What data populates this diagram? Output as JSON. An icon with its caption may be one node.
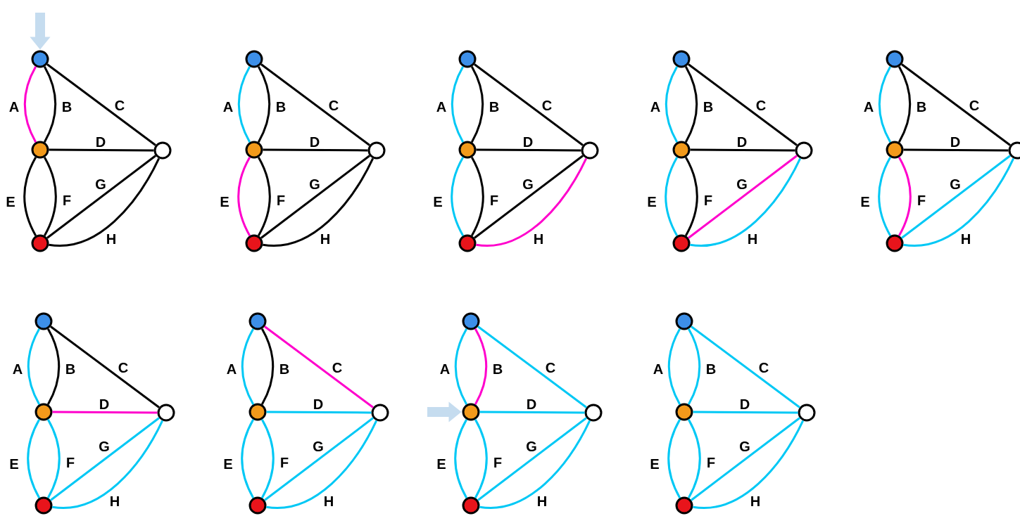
{
  "diagram": {
    "nodes": [
      {
        "text": [],
        "shape": "circle"
      },
      {
        "text": [],
        "shape": "circle"
      },
      {
        "text": [],
        "shape": "circle"
      },
      {
        "text": [],
        "shape": "circle"
      },
      {
        "text": [],
        "shape": "circle"
      },
      {
        "text": [],
        "shape": "circle"
      },
      {
        "text": [],
        "shape": "circle"
      },
      {
        "text": [],
        "shape": "circle"
      },
      {
        "text": [],
        "shape": "circle"
      },
      {
        "text": [],
        "shape": "circle"
      },
      {
        "text": [],
        "shape": "circle"
      },
      {
        "text": [],
        "shape": "circle"
      },
      {
        "text": [],
        "shape": "circle"
      },
      {
        "text": [],
        "shape": "circle"
      },
      {
        "text": [],
        "shape": "circle"
      },
      {
        "text": [],
        "shape": "circle"
      },
      {
        "text": [],
        "shape": "circle"
      },
      {
        "text": [],
        "shape": "circle"
      },
      {
        "text": [],
        "shape": "circle"
      },
      {
        "text": [],
        "shape": "circle"
      },
      {
        "text": [],
        "shape": "circle"
      },
      {
        "text": [],
        "shape": "circle"
      },
      {
        "text": [],
        "shape": "circle"
      },
      {
        "text": [],
        "shape": "circle"
      },
      {
        "text": [],
        "shape": "circle"
      },
      {
        "text": [],
        "shape": "circle"
      },
      {
        "text": [],
        "shape": "circle"
      },
      {
        "text": [],
        "shape": "circle"
      },
      {
        "text": [],
        "shape": "circle"
      },
      {
        "text": [],
        "shape": "circle"
      },
      {
        "text": [],
        "shape": "circle"
      },
      {
        "text": [],
        "shape": "circle"
      },
      {
        "text": [],
        "shape": "circle"
      },
      {
        "text": [],
        "shape": "circle"
      },
      {
        "text": [],
        "shape": "circle"
      },
      {
        "text": [],
        "shape": "circle"
      }
    ],
    "edges": [
      {
        "from": 0,
        "to": 1,
        "arrow": "none",
        "label": "A",
        "color": "#ff00cc"
      },
      {
        "from": 0,
        "to": 1,
        "arrow": "none",
        "label": "B",
        "color": "#000000"
      },
      {
        "from": 0,
        "to": 3,
        "arrow": "none",
        "label": "C",
        "color": "#000000"
      },
      {
        "from": 1,
        "to": 3,
        "arrow": "none",
        "label": "D",
        "color": "#000000"
      },
      {
        "from": 1,
        "to": 2,
        "arrow": "none",
        "label": "E",
        "color": "#000000"
      },
      {
        "from": 1,
        "to": 2,
        "arrow": "none",
        "label": "F",
        "color": "#000000"
      },
      {
        "from": 2,
        "to": 3,
        "arrow": "none",
        "label": "G",
        "color": "#000000"
      },
      {
        "from": 2,
        "to": 3,
        "arrow": "none",
        "label": "H",
        "color": "#000000"
      },
      {
        "from": 4,
        "to": 5,
        "arrow": "none",
        "label": "A"
      },
      {
        "from": 4,
        "to": 5,
        "arrow": "none",
        "label": "B",
        "color": "#000000"
      },
      {
        "from": 4,
        "to": 7,
        "arrow": "none",
        "label": "C",
        "color": "#000000"
      },
      {
        "from": 5,
        "to": 7,
        "arrow": "none",
        "label": "D",
        "color": "#000000"
      },
      {
        "from": 5,
        "to": 6,
        "arrow": "none",
        "label": "E",
        "color": "#ff00cc"
      },
      {
        "from": 5,
        "to": 6,
        "arrow": "none",
        "label": "F",
        "color": "#000000"
      },
      {
        "from": 6,
        "to": 7,
        "arrow": "none",
        "label": "G",
        "color": "#000000"
      },
      {
        "from": 6,
        "to": 7,
        "arrow": "none",
        "label": "H",
        "color": "#000000"
      },
      {
        "from": 8,
        "to": 9,
        "arrow": "none",
        "label": "A"
      },
      {
        "from": 8,
        "to": 9,
        "arrow": "none",
        "label": "B",
        "color": "#000000"
      },
      {
        "from": 8,
        "to": 11,
        "arrow": "none",
        "label": "C",
        "color": "#000000"
      },
      {
        "from": 9,
        "to": 11,
        "arrow": "none",
        "label": "D",
        "color": "#000000"
      },
      {
        "from": 9,
        "to": 10,
        "arrow": "none",
        "label": "E"
      },
      {
        "from": 9,
        "to": 10,
        "arrow": "none",
        "label": "F",
        "color": "#000000"
      },
      {
        "from": 10,
        "to": 11,
        "arrow": "none",
        "label": "G",
        "color": "#000000"
      },
      {
        "from": 10,
        "to": 11,
        "arrow": "none",
        "label": "H",
        "color": "#ff00cc"
      },
      {
        "from": 12,
        "to": 13,
        "arrow": "none",
        "label": "A"
      },
      {
        "from": 12,
        "to": 13,
        "arrow": "none",
        "label": "B",
        "color": "#000000"
      },
      {
        "from": 12,
        "to": 15,
        "arrow": "none",
        "label": "C",
        "color": "#000000"
      },
      {
        "from": 13,
        "to": 15,
        "arrow": "none",
        "label": "D",
        "color": "#000000"
      },
      {
        "from": 13,
        "to": 14,
        "arrow": "none",
        "label": "E"
      },
      {
        "from": 13,
        "to": 14,
        "arrow": "none",
        "label": "F",
        "color": "#000000"
      },
      {
        "from": 14,
        "to": 15,
        "arrow": "none",
        "label": "G",
        "color": "#ff00cc"
      },
      {
        "from": 14,
        "to": 15,
        "arrow": "none",
        "label": "H"
      },
      {
        "from": 16,
        "to": 17,
        "arrow": "none",
        "label": "A"
      },
      {
        "from": 16,
        "to": 17,
        "arrow": "none",
        "label": "B",
        "color": "#000000"
      },
      {
        "from": 16,
        "to": 19,
        "arrow": "none",
        "label": "C",
        "color": "#000000"
      },
      {
        "from": 17,
        "to": 19,
        "arrow": "none",
        "label": "D",
        "color": "#000000"
      },
      {
        "from": 17,
        "to": 18,
        "arrow": "none",
        "label": "E"
      },
      {
        "from": 17,
        "to": 18,
        "arrow": "none",
        "label": "F",
        "color": "#ff00cc"
      },
      {
        "from": 18,
        "to": 19,
        "arrow": "none",
        "label": "G"
      },
      {
        "from": 18,
        "to": 19,
        "arrow": "none",
        "label": "H"
      },
      {
        "from": 20,
        "to": 21,
        "arrow": "none",
        "label": "A"
      },
      {
        "from": 20,
        "to": 21,
        "arrow": "none",
        "label": "B",
        "color": "#000000"
      },
      {
        "from": 20,
        "to": 23,
        "arrow": "none",
        "label": "C",
        "color": "#000000"
      },
      {
        "from": 21,
        "to": 23,
        "arrow": "none",
        "label": "D",
        "color": "#ff00cc"
      },
      {
        "from": 21,
        "to": 22,
        "arrow": "none",
        "label": "E"
      },
      {
        "from": 21,
        "to": 22,
        "arrow": "none",
        "label": "F"
      },
      {
        "from": 22,
        "to": 23,
        "arrow": "none",
        "label": "G"
      },
      {
        "from": 22,
        "to": 23,
        "arrow": "none",
        "label": "H"
      },
      {
        "from": 24,
        "to": 25,
        "arrow": "none",
        "label": "A"
      },
      {
        "from": 24,
        "to": 25,
        "arrow": "none",
        "label": "B",
        "color": "#000000"
      },
      {
        "from": 24,
        "to": 27,
        "arrow": "none",
        "label": "C",
        "color": "#ff00cc"
      },
      {
        "from": 25,
        "to": 27,
        "arrow": "none",
        "label": "D"
      },
      {
        "from": 25,
        "to": 26,
        "arrow": "none",
        "label": "E"
      },
      {
        "from": 25,
        "to": 26,
        "arrow": "none",
        "label": "F"
      },
      {
        "from": 26,
        "to": 27,
        "arrow": "none",
        "label": "G"
      },
      {
        "from": 26,
        "to": 27,
        "arrow": "none",
        "label": "H"
      },
      {
        "from": 28,
        "to": 29,
        "arrow": "none",
        "label": "A"
      },
      {
        "from": 28,
        "to": 29,
        "arrow": "none",
        "label": "B",
        "color": "#ff00cc"
      },
      {
        "from": 28,
        "to": 31,
        "arrow": "none",
        "label": "C"
      },
      {
        "from": 29,
        "to": 31,
        "arrow": "none",
        "label": "D"
      },
      {
        "from": 29,
        "to": 30,
        "arrow": "none",
        "label": "E"
      },
      {
        "from": 29,
        "to": 30,
        "arrow": "none",
        "label": "F"
      },
      {
        "from": 30,
        "to": 31,
        "arrow": "none",
        "label": "G"
      },
      {
        "from": 30,
        "to": 31,
        "arrow": "none",
        "label": "H"
      },
      {
        "from": 32,
        "to": 33,
        "arrow": "none",
        "label": "A"
      },
      {
        "from": 32,
        "to": 33,
        "arrow": "none",
        "label": "B"
      },
      {
        "from": 32,
        "to": 35,
        "arrow": "none",
        "label": "C"
      },
      {
        "from": 33,
        "to": 35,
        "arrow": "none",
        "label": "D"
      },
      {
        "from": 33,
        "to": 34,
        "arrow": "none",
        "label": "E"
      },
      {
        "from": 33,
        "to": 34,
        "arrow": "none",
        "label": "F"
      },
      {
        "from": 34,
        "to": 35,
        "arrow": "none",
        "label": "G"
      },
      {
        "from": 34,
        "to": 35,
        "arrow": "none",
        "label": "H"
      },
      {
        "from": null,
        "to": 0,
        "arrow": "to",
        "style": "thick",
        "color": "#c5dcef"
      },
      {
        "from": null,
        "to": 29,
        "arrow": "to",
        "style": "thick",
        "color": "#c5dcef"
      }
    ]
  }
}
